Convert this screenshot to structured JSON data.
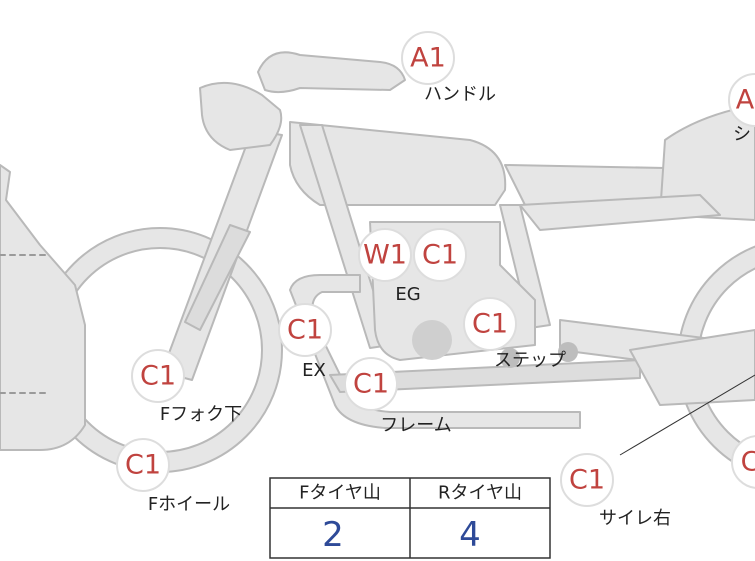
{
  "badges": {
    "handle": "A1",
    "seat": "A",
    "engine_w": "W1",
    "engine_c": "C1",
    "exhaust": "C1",
    "step": "C1",
    "frame": "C1",
    "front_fork": "C1",
    "front_wheel": "C1",
    "side_cover_right": "C1",
    "rear_edge": "C"
  },
  "labels": {
    "handle": "ハンドル",
    "seat": "シ",
    "engine": "EG",
    "exhaust": "EX",
    "step": "ステップ",
    "frame": "フレーム",
    "front_fork": "Fフォク下",
    "front_wheel": "Fホイール",
    "side_cover_right": "サイレ右"
  },
  "tire_table": {
    "front_header": "Fタイヤ山",
    "rear_header": "Rタイヤ山",
    "front_value": "2",
    "rear_value": "4"
  },
  "colors": {
    "body_fill": "#e6e6e6",
    "outline": "#b9b9b9",
    "badge_text": "#c0433f",
    "table_value": "#2e4a98"
  }
}
